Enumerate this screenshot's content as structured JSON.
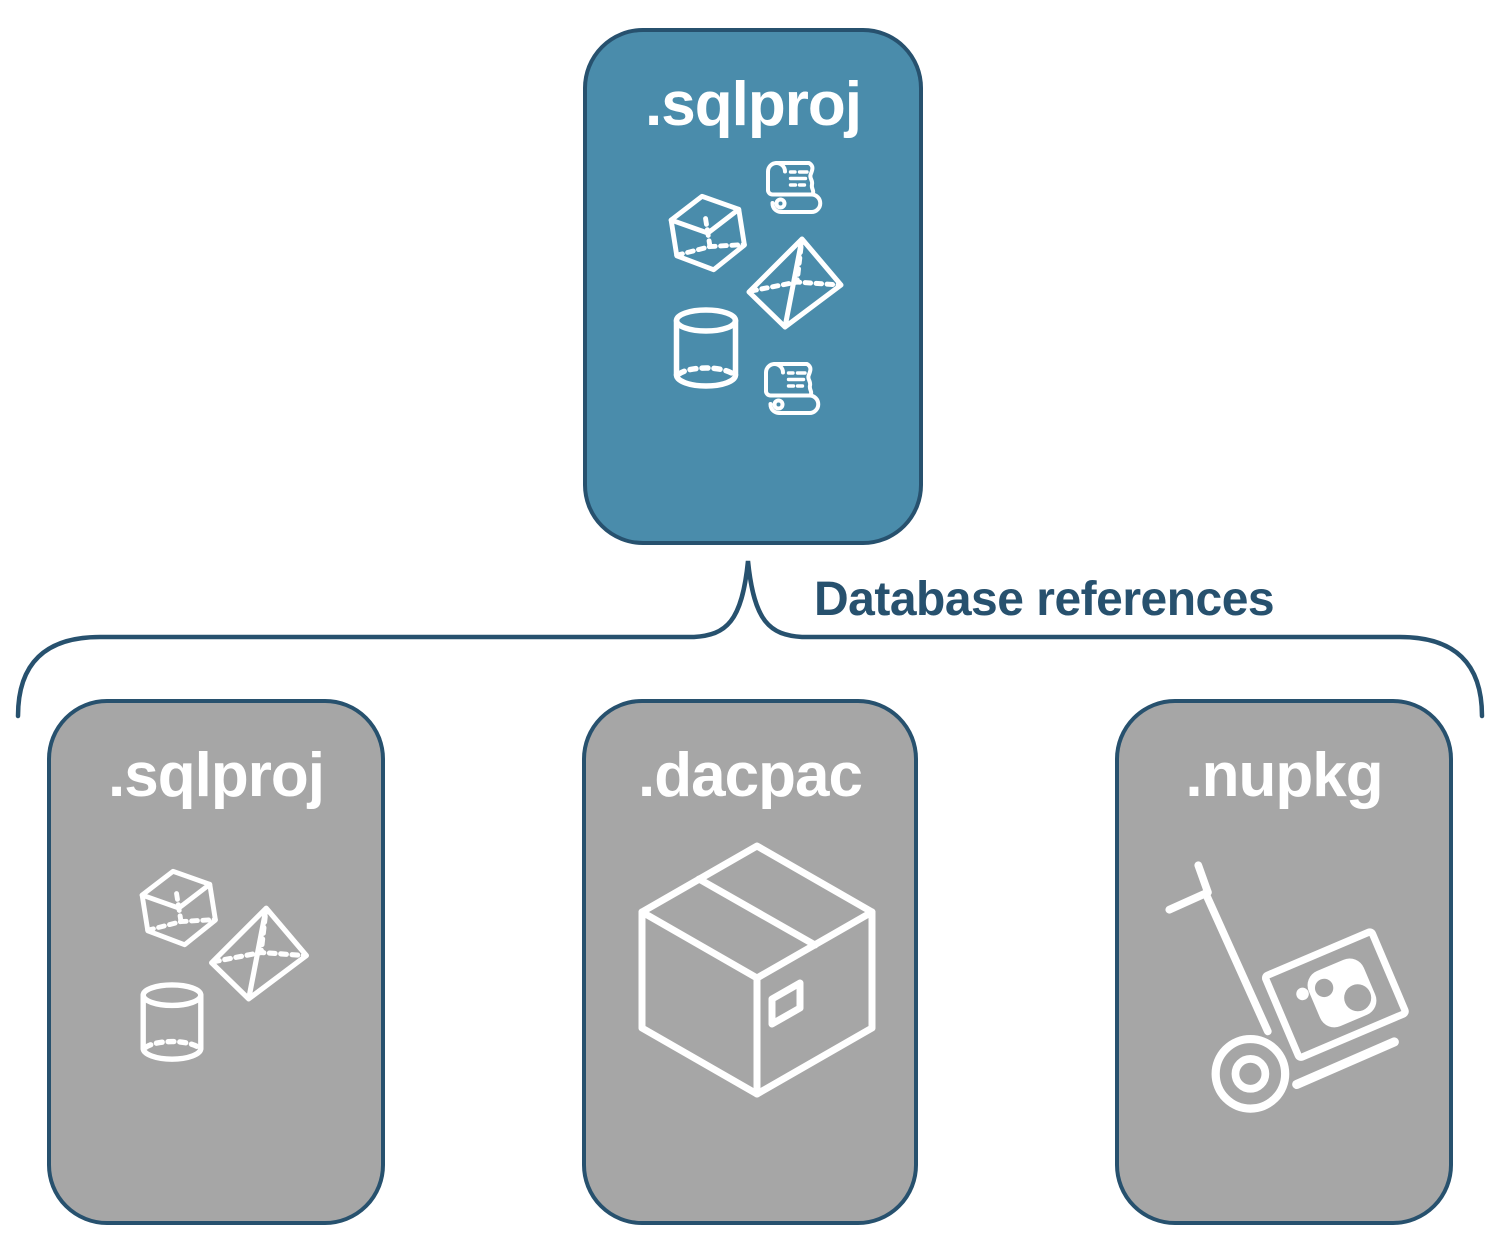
{
  "diagram": {
    "top_card": {
      "label": ".sqlproj",
      "icons": [
        "scroll-icon",
        "cube-icon",
        "pyramid-icon",
        "cylinder-icon",
        "scroll-icon"
      ]
    },
    "connector": {
      "label": "Database references"
    },
    "bottom_cards": [
      {
        "label": ".sqlproj",
        "icons": [
          "cube-icon",
          "pyramid-icon",
          "cylinder-icon"
        ]
      },
      {
        "label": ".dacpac",
        "icons": [
          "package-icon"
        ]
      },
      {
        "label": ".nupkg",
        "icons": [
          "handtruck-icon"
        ]
      }
    ],
    "colors": {
      "teal": "#4a8cab",
      "navy": "#27516e",
      "gray": "#a6a6a6",
      "icon_white": "#ffffff",
      "background": "#ffffff"
    }
  }
}
